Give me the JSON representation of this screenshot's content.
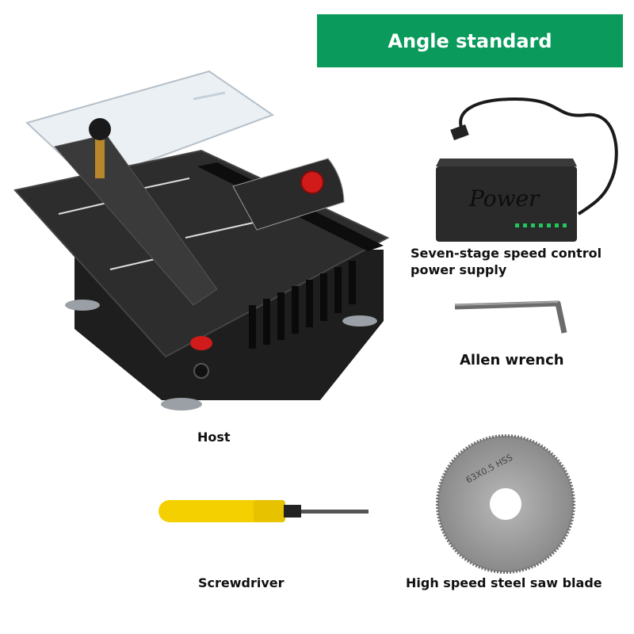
{
  "banner": {
    "title": "Angle standard"
  },
  "items": {
    "power_supply": {
      "label_line1": "Seven-stage speed control",
      "label_line2": "power supply",
      "device_text": "Power"
    },
    "allen_wrench": {
      "label": "Allen wrench"
    },
    "host": {
      "label": "Host"
    },
    "screwdriver": {
      "label": "Screwdriver"
    },
    "saw_blade": {
      "label": "High speed steel saw blade",
      "engraving": "63X0.5 HSS"
    }
  },
  "colors": {
    "accent_green": "#0a9a5c",
    "power_led_green": "#22c55e",
    "handle_yellow": "#f5d000",
    "knob_red": "#d11a1a"
  }
}
